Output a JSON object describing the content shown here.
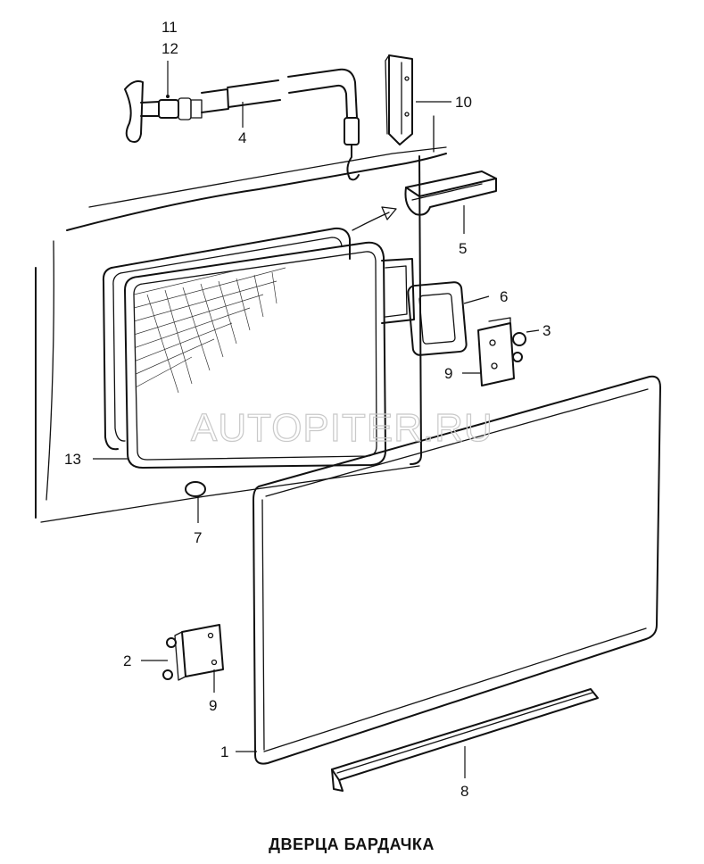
{
  "caption": "ДВЕРЦА БАРДАЧКА",
  "watermark": "AUTOPITER.RU",
  "callouts": {
    "c1": "1",
    "c2": "2",
    "c3": "3",
    "c4": "4",
    "c5": "5",
    "c6": "6",
    "c7": "7",
    "c8": "8",
    "c9a": "9",
    "c9b": "9",
    "c10": "10",
    "c11": "11",
    "c12": "12",
    "c13": "13"
  }
}
